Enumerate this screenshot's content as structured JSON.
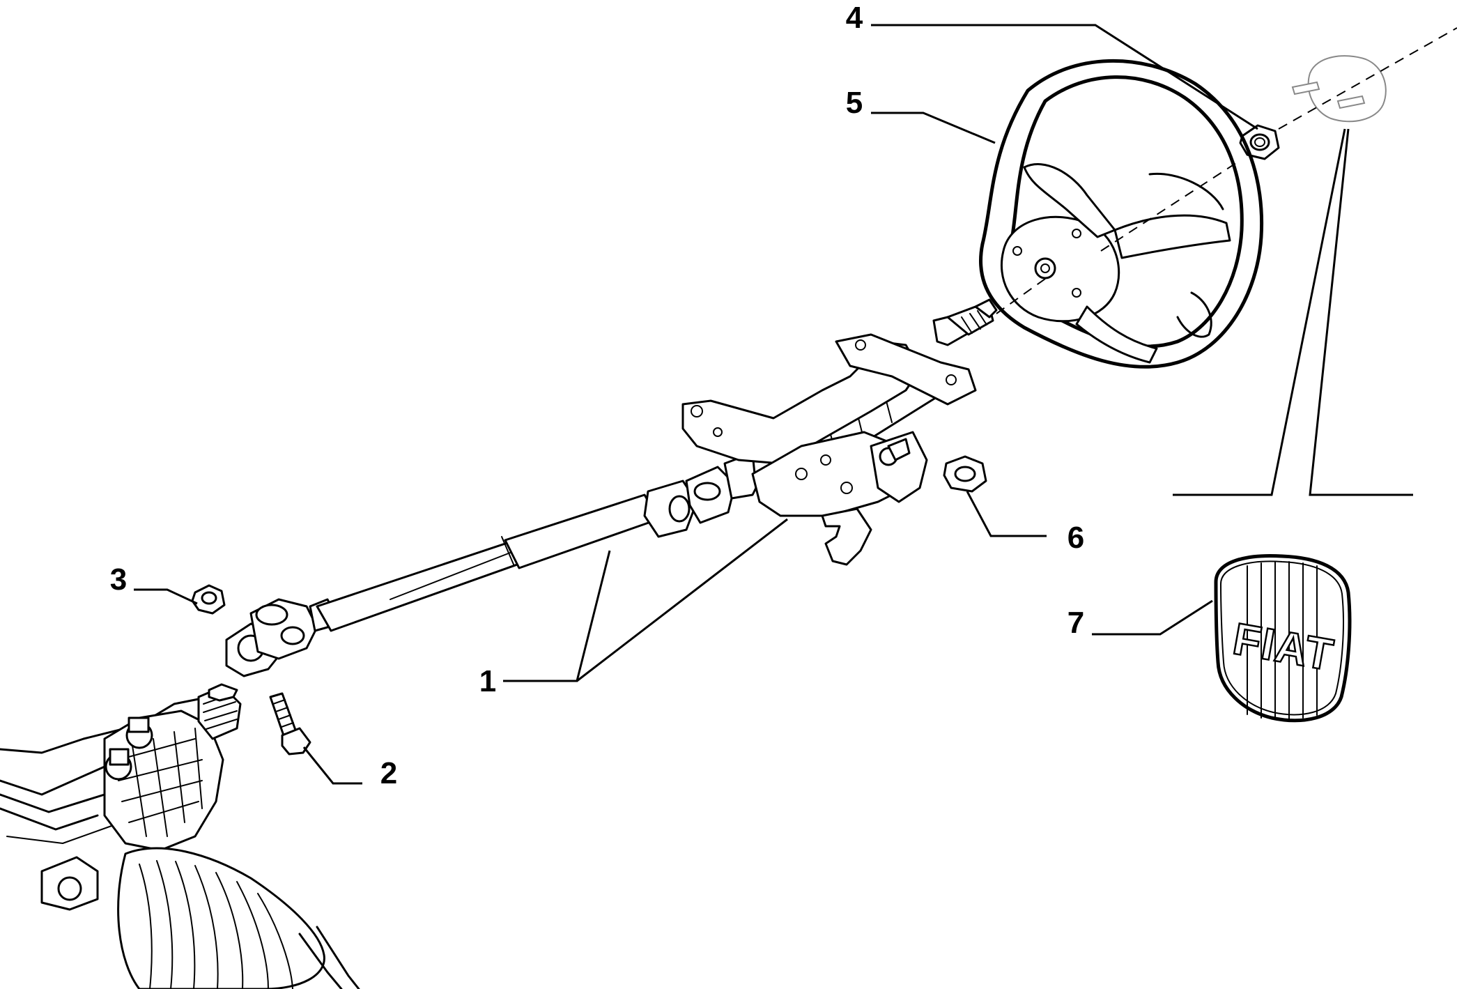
{
  "callouts": {
    "c1": "1",
    "c2": "2",
    "c3": "3",
    "c4": "4",
    "c5": "5",
    "c6": "6",
    "c7": "7"
  },
  "emblem": {
    "text": "FIAT"
  },
  "parts": {
    "icons": [
      "steering-column-icon",
      "bolt-icon",
      "nut-icon",
      "steering-wheel-icon",
      "horn-cover-icon",
      "emblem-icon",
      "steering-rack-icon"
    ]
  }
}
